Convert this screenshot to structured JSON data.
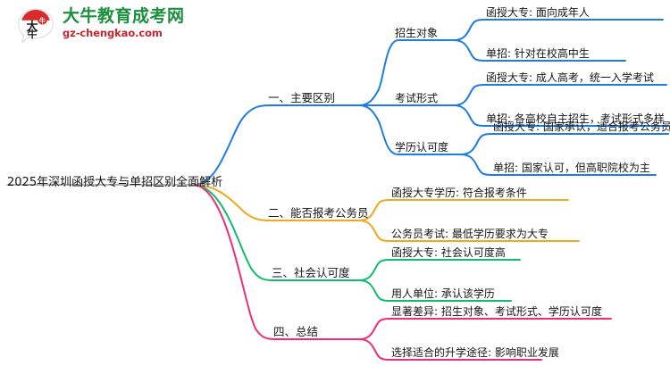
{
  "logo": {
    "mark_text": "大牛",
    "brand_cn": "大牛教育成考网",
    "brand_url": "gz-chengkao.com",
    "brand_color": "#1a8f3c",
    "url_color": "#c9252d",
    "mark_accent": "#d92b2b"
  },
  "mindmap": {
    "root": {
      "label": "2025年深圳函授大专与单招区别全面解析"
    },
    "branch_colors": {
      "blue": "#1f7de0",
      "orange": "#f0a81e",
      "green": "#13bb6e",
      "pink": "#ee2d7a"
    },
    "branches": [
      {
        "label": "一、主要区别",
        "color": "#1f7de0",
        "children": [
          {
            "label": "招生对象",
            "leaves": [
              {
                "label": "函授大专: 面向成年人"
              },
              {
                "label": "单招: 针对在校高中生"
              }
            ]
          },
          {
            "label": "考试形式",
            "leaves": [
              {
                "label": "函授大专: 成人高考，统一入学考试"
              },
              {
                "label": "单招: 各高校自主招生，考试形式多样"
              }
            ]
          },
          {
            "label": "学历认可度",
            "leaves": [
              {
                "label": "函授大专: 国家承认，适合报考公务员"
              },
              {
                "label": "单招: 国家认可，但高职院校为主"
              }
            ]
          }
        ]
      },
      {
        "label": "二、能否报考公务员",
        "color": "#f0a81e",
        "children": [],
        "leaves": [
          {
            "label": "函授大专学历: 符合报考条件"
          },
          {
            "label": "公务员考试: 最低学历要求为大专"
          }
        ]
      },
      {
        "label": "三、社会认可度",
        "color": "#13bb6e",
        "children": [],
        "leaves": [
          {
            "label": "函授大专: 社会认可度高"
          },
          {
            "label": "用人单位: 承认该学历"
          }
        ]
      },
      {
        "label": "四、总结",
        "color": "#ee2d7a",
        "children": [],
        "leaves": [
          {
            "label": "显著差异: 招生对象、考试形式、学历认可度"
          },
          {
            "label": "选择适合的升学途径: 影响职业发展"
          }
        ]
      }
    ]
  }
}
